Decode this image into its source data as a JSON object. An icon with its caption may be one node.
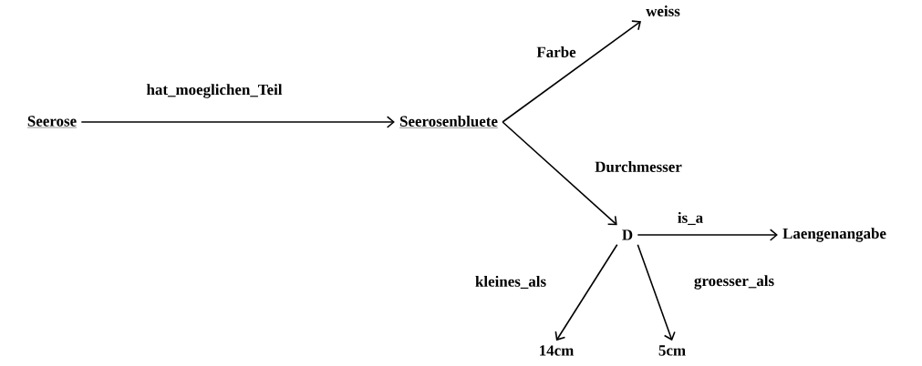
{
  "diagram": {
    "nodes": [
      {
        "text": [
          "Seerose"
        ]
      },
      {
        "text": [
          "Seerosenbluete"
        ]
      },
      {
        "text": [
          "weiss"
        ]
      },
      {
        "text": [
          "D"
        ]
      },
      {
        "text": [
          "Laengenangabe"
        ]
      },
      {
        "text": [
          "14cm"
        ]
      },
      {
        "text": [
          "5cm"
        ]
      }
    ],
    "edges": [
      {
        "from": 0,
        "to": 1,
        "arrow": "to",
        "label": "hat_moeglichen_Teil"
      },
      {
        "from": 1,
        "to": 2,
        "arrow": "to",
        "label": "Farbe"
      },
      {
        "from": 1,
        "to": 3,
        "arrow": "to",
        "label": "Durchmesser"
      },
      {
        "from": 3,
        "to": 4,
        "arrow": "to",
        "label": "is_a"
      },
      {
        "from": 3,
        "to": 5,
        "arrow": "to",
        "label": "kleines_als"
      },
      {
        "from": 3,
        "to": 6,
        "arrow": "to",
        "label": "groesser_als"
      }
    ]
  }
}
